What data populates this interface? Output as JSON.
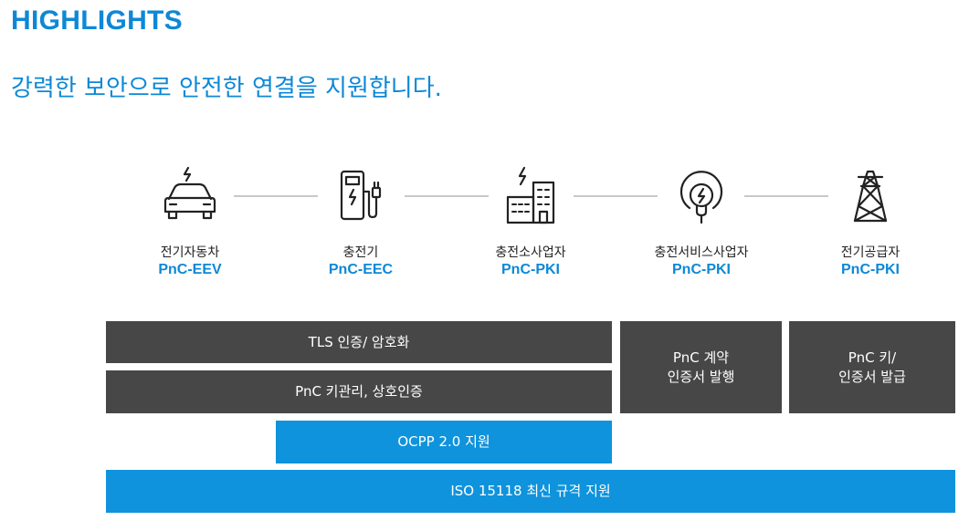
{
  "header": {
    "title": "HIGHLIGHTS",
    "subtitle": "강력한 보안으로 안전한 연결을 지원합니다."
  },
  "flow": [
    {
      "label": "전기자동차",
      "code": "PnC-EEV",
      "icon": "electric-car-icon"
    },
    {
      "label": "충전기",
      "code": "PnC-EEC",
      "icon": "charger-icon"
    },
    {
      "label": "충전소사업자",
      "code": "PnC-PKI",
      "icon": "charging-station-building-icon"
    },
    {
      "label": "충전서비스사업자",
      "code": "PnC-PKI",
      "icon": "charging-service-plug-icon"
    },
    {
      "label": "전기공급자",
      "code": "PnC-PKI",
      "icon": "power-tower-icon"
    }
  ],
  "blocks": {
    "tls": "TLS 인증/ 암호화",
    "key_mgmt": "PnC 키관리, 상호인증",
    "ocpp": "OCPP 2.0 지원",
    "iso": "ISO 15118 최신 규격 지원",
    "contract_line1": "PnC 계약",
    "contract_line2": "인증서 발행",
    "key_issue_line1": "PnC 키/",
    "key_issue_line2": "인증서 발급"
  },
  "colors": {
    "accent": "#0d88d6",
    "dark_block": "#474747",
    "blue_block": "#0f93dc"
  }
}
